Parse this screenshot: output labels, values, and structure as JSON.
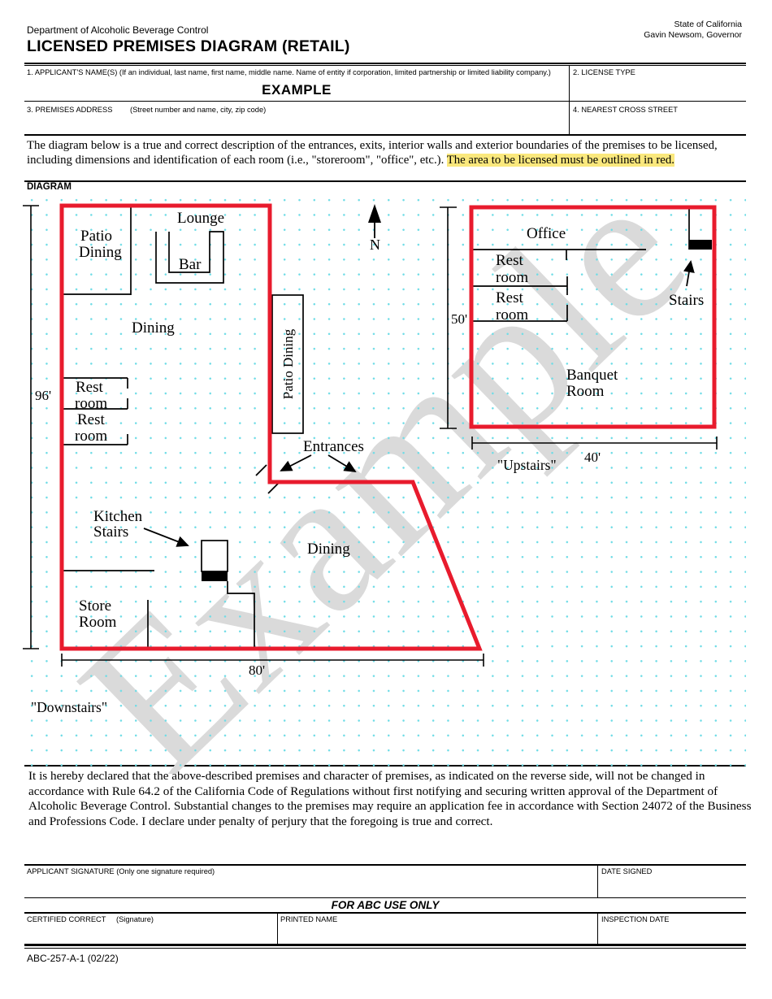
{
  "colors": {
    "outline_red": "#E81B2D",
    "highlight_yellow": "#FAE87D",
    "grid_dot": "#6FDCE6",
    "watermark_gray": "#DADADA"
  },
  "header": {
    "agency": "Department of Alcoholic Beverage Control",
    "title": "LICENSED PREMISES DIAGRAM (RETAIL)",
    "state": "State of California",
    "governor": "Gavin Newsom, Governor"
  },
  "form": {
    "applicant_label": "1. APPLICANT'S NAME(S) (If an individual, last name, first name, middle name. Name of entity if corporation, limited partnership or limited liability company.)",
    "applicant_value": "EXAMPLE",
    "license_label": "2.  LICENSE TYPE",
    "address_label": "3.  PREMISES ADDRESS",
    "address_hint": "(Street number and name, city, zip code)",
    "cross_street_label": "4.  NEAREST CROSS STREET"
  },
  "instructions": {
    "normal": "The diagram below is a true and correct description of the entrances, exits, interior walls and exterior boundaries of the premises to be licensed, including dimensions and identification of each room (i.e., \"storeroom\", \"office\", etc.). ",
    "highlighted": "The area to be licensed must be outlined in red.",
    "section_label": "DIAGRAM"
  },
  "diagram": {
    "watermark": "Example",
    "north": "N",
    "labels": {
      "lounge": "Lounge",
      "patio_l1": "Patio",
      "patio_l2": "Dining",
      "bar": "Bar",
      "dining_main": "Dining",
      "rest_l1": "Rest",
      "rest_l2": "room",
      "patio_side": "Patio Dining",
      "entrances": "Entrances",
      "kitchen_l1": "Kitchen",
      "kitchen_l2": "Stairs",
      "dining_lower": "Dining",
      "store_l1": "Store",
      "store_l2": "Room",
      "office": "Office",
      "stairs": "Stairs",
      "banquet_l1": "Banquet",
      "banquet_l2": "Room"
    },
    "dims": {
      "downstairs_height": "96'",
      "downstairs_width": "80'",
      "upstairs_height": "50'",
      "upstairs_width": "40'"
    },
    "floors": {
      "upstairs": "\"Upstairs\"",
      "downstairs": "\"Downstairs\""
    }
  },
  "declaration": "It is hereby declared that the above-described premises and character of premises, as indicated on the reverse side, will not be changed in accordance with Rule 64.2 of the California Code of Regulations without first notifying and securing written approval of the Department of Alcoholic Beverage Control.  Substantial changes to the premises may require an application fee in accordance with Section 24072 of the Business and Professions Code.  I declare under penalty of perjury that the foregoing is true and correct.",
  "signature": {
    "applicant_label": "APPLICANT SIGNATURE (Only one signature required)",
    "date_label": "DATE SIGNED",
    "abc_banner": "FOR ABC USE ONLY",
    "certified_label": "CERTIFIED CORRECT",
    "certified_hint": "(Signature)",
    "printed_name_label": "PRINTED NAME",
    "inspection_label": "INSPECTION DATE"
  },
  "footer": {
    "form_number": "ABC-257-A-1 (02/22)"
  }
}
